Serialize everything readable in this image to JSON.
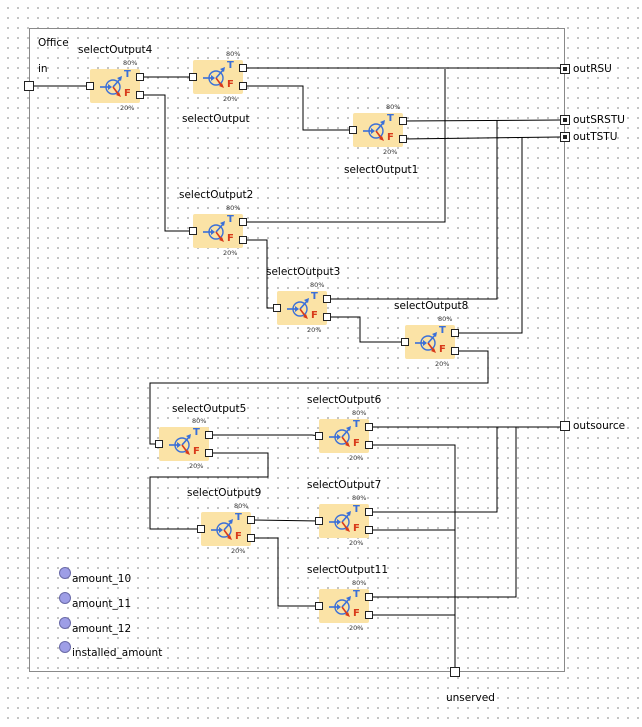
{
  "office_label": "Office",
  "ports": {
    "in": "in",
    "outRSU": "outRSU",
    "outSRSTU": "outSRSTU",
    "outTSTU": "outTSTU",
    "outsource": "outsource",
    "unserved": "unserved"
  },
  "blocks": [
    {
      "id": "selectOutput4",
      "label": "selectOutput4",
      "pct_true": "80%",
      "pct_false": "20%"
    },
    {
      "id": "selectOutput",
      "label": "selectOutput",
      "pct_true": "80%",
      "pct_false": "20%"
    },
    {
      "id": "selectOutput1",
      "label": "selectOutput1",
      "pct_true": "80%",
      "pct_false": "20%"
    },
    {
      "id": "selectOutput2",
      "label": "selectOutput2",
      "pct_true": "80%",
      "pct_false": "20%"
    },
    {
      "id": "selectOutput3",
      "label": "selectOutput3",
      "pct_true": "80%",
      "pct_false": "20%"
    },
    {
      "id": "selectOutput8",
      "label": "selectOutput8",
      "pct_true": "80%",
      "pct_false": "20%"
    },
    {
      "id": "selectOutput5",
      "label": "selectOutput5",
      "pct_true": "80%",
      "pct_false": "20%"
    },
    {
      "id": "selectOutput6",
      "label": "selectOutput6",
      "pct_true": "80%",
      "pct_false": "20%"
    },
    {
      "id": "selectOutput9",
      "label": "selectOutput9",
      "pct_true": "80%",
      "pct_false": "20%"
    },
    {
      "id": "selectOutput7",
      "label": "selectOutput7",
      "pct_true": "80%",
      "pct_false": "20%"
    },
    {
      "id": "selectOutput11",
      "label": "selectOutput11",
      "pct_true": "80%",
      "pct_false": "20%"
    }
  ],
  "port_letters": {
    "true": "T",
    "false": "F"
  },
  "parameters": [
    "amount_10",
    "amount_11",
    "amount_12",
    "installed_amount"
  ],
  "colors": {
    "block_fill": "#fbe3a6",
    "icon_blue": "#3a6fd8",
    "icon_red": "#d83a1a",
    "param_fill": "#9e9ee6",
    "wire": "#000000"
  }
}
